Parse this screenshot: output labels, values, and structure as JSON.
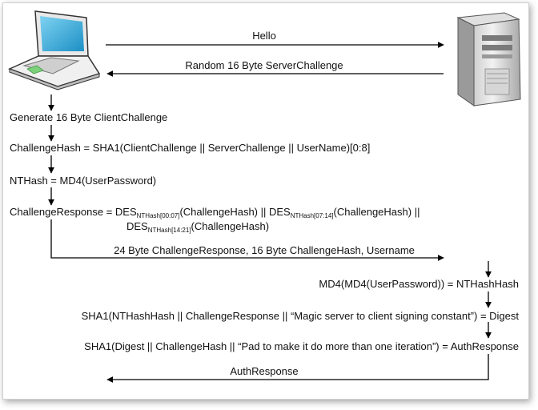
{
  "hello_label": "Hello",
  "server_challenge_label": "Random 16 Byte ServerChallenge",
  "step1": "Generate 16 Byte ClientChallenge",
  "step2": "ChallengeHash = SHA1(ClientChallenge || ServerChallenge || UserName)[0:8]",
  "step3": "NTHash = MD4(UserPassword)",
  "step4": {
    "prefix": "ChallengeResponse = ",
    "des": "DES",
    "sub1": "NTHash[00:07]",
    "arg1": "(ChallengeHash) || ",
    "sub2": "NTHash[07:14]",
    "arg2": "(ChallengeHash) ||",
    "sub3": "NTHash[14:21]",
    "arg3": "(ChallengeHash)"
  },
  "response_label": "24 Byte ChallengeResponse, 16 Byte ChallengeHash, Username",
  "server_step1": "MD4(MD4(UserPassword)) = NTHashHash",
  "server_step2": "SHA1(NTHashHash || ChallengeResponse || “Magic server to client signing constant”) = Digest",
  "server_step3": "SHA1(Digest || ChallengeHash || “Pad to make it do more than one iteration”) = AuthResponse",
  "auth_response_label": "AuthResponse",
  "icons": {
    "client": "laptop-icon",
    "server": "server-tower-icon"
  }
}
